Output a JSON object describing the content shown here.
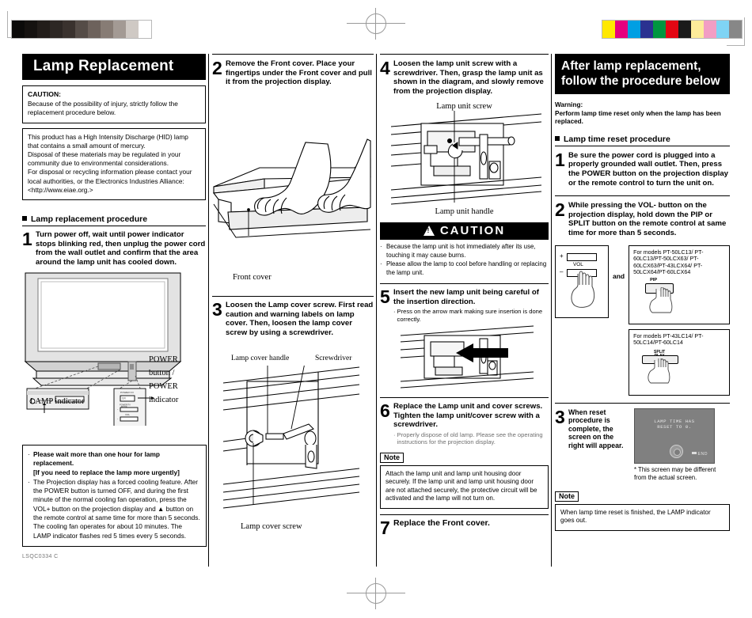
{
  "calibration": {
    "gray_wedge": [
      "#0b0a09",
      "#151210",
      "#221d1a",
      "#2d2724",
      "#3a322e",
      "#554c47",
      "#6d625c",
      "#877c75",
      "#a39a94",
      "#cfc9c4",
      "#ffffff"
    ],
    "color_bar": [
      "#ffe800",
      "#e6007e",
      "#009fe3",
      "#2b3190",
      "#009640",
      "#e30613",
      "#1a1a1a",
      "#fdec9a",
      "#f29ec4",
      "#7fd4f4",
      "#878787"
    ]
  },
  "column1": {
    "title": "Lamp Replacement",
    "caution_box": {
      "heading": "CAUTION:",
      "body": "Because of the possibility of injury, strictly follow the replacement procedure below."
    },
    "hid_box": {
      "line1": "This product has a High Intensity Discharge (HID) lamp that contains a small amount of mercury.",
      "line2": "Disposal of these materials may be regulated in your community due to environmental considerations.",
      "line3": "For disposal or recycling information please contact your local authorities, or the Electronics Industries Alliance: <http://www.eiae.org.>"
    },
    "section_label": "Lamp replacement procedure",
    "step1": {
      "number": "1",
      "text": "Turn power off, wait until power indicator stops blinking red, then unplug the power cord from the wall outlet and confirm that the area around the lamp unit has cooled down."
    },
    "figure": {
      "lamp_indicator_label": "LAMP indicator",
      "power_label_line1": "POWER",
      "power_label_line2": "button /",
      "power_label_line3": "POWER",
      "power_label_line4": "indicator",
      "panel_power_text": "POWER O/I",
      "panel_vol_text": "VOL",
      "panel_ch_text": "CH",
      "panel_mode_text": "POWER/TV MODE"
    },
    "wait_box": {
      "b1_line1": "Please wait more than one hour for lamp replacement.",
      "b1_line2": "[If you need to replace the lamp more urgently]",
      "b2": "The Projection display has a forced cooling feature. After the POWER button is turned OFF, and during the first minute of the normal cooling fan operation, press the VOL+ button on the projection display and ▲ button on the remote control at same time for more than 5 seconds. The cooling fan operates for about 10 minutes. The LAMP indicator flashes red 5 times every 5 seconds."
    },
    "footer_code": "LSQC0334 C"
  },
  "column2": {
    "step2": {
      "number": "2",
      "bold_lead": "Remove the Front cover.",
      "text": " Place your fingertips under the Front cover and pull it from the projection display."
    },
    "fig2_caption": "Front cover",
    "step3": {
      "number": "3",
      "bold_lead": "Loosen the Lamp cover screw.",
      "text": "First read caution and warning labels on lamp cover. Then, loosen the lamp cover screw by using a screwdriver."
    },
    "fig3_caption_handle": "Lamp cover handle",
    "fig3_caption_driver": "Screwdriver",
    "fig3_caption_screw": "Lamp cover screw"
  },
  "column3": {
    "step4": {
      "number": "4",
      "text": "Loosen the lamp unit screw with a screwdriver. Then, grasp the lamp unit as shown in the diagram, and slowly remove from the projection display."
    },
    "fig4_caption_screw": "Lamp unit screw",
    "fig4_caption_handle": "Lamp unit handle",
    "caution_banner": "CAUTION",
    "caution_bullets": [
      "Because the lamp unit is hot immediately after its use, touching it may cause burns.",
      "Please allow the lamp to cool before handling or replacing the lamp unit."
    ],
    "step5": {
      "number": "5",
      "text": "Insert the new lamp unit being careful of the insertion direction.",
      "sub": "Press on the arrow mark making sure insertion is done correctly."
    },
    "step6": {
      "number": "6",
      "bold_lead": "Replace the Lamp unit and cover screws.",
      "text": " Tighten the lamp unit/cover screw with a screwdriver.",
      "sub": "Properly dispose of old lamp. Please see the operating instructions for the projection display."
    },
    "note_label": "Note",
    "note_body": "Attach the lamp unit and lamp unit housing door securely. If the lamp unit and lamp unit housing door are not attached securely, the protective circuit will be activated and the lamp will not turn on.",
    "step7": {
      "number": "7",
      "text": "Replace the Front cover."
    }
  },
  "column4": {
    "title_line1": "After lamp replacement,",
    "title_line2": "follow the procedure below",
    "warning_label": "Warning:",
    "warning_body": "Perform lamp time reset only when the lamp has been replaced.",
    "section_label": "Lamp time reset procedure",
    "step1": {
      "number": "1",
      "text": "Be sure the power cord is plugged into a properly grounded wall outlet. Then, press the POWER button on the projection display or the remote control to turn the unit on."
    },
    "step2": {
      "number": "2",
      "text": "While pressing the VOL- button on the projection display, hold down the PIP or SPLIT button on the remote control at same time for more than 5 seconds."
    },
    "vol_panel": {
      "plus": "+",
      "minus": "–",
      "label": "VOL"
    },
    "and_label": "and",
    "model_box_1": {
      "text": "For models PT-50LC13/ PT-60LC13/PT-50LCX63/ PT-60LCX63/PT-43LCX64/ PT-50LCX64/PT-60LCX64",
      "button_label": "PIP"
    },
    "model_box_2": {
      "text": "For models PT-43LC14/ PT-50LC14/PT-60LC14",
      "button_label_1": "SPLIT",
      "button_label_2": "PLAY"
    },
    "step3": {
      "number": "3",
      "text": "When reset procedure is complete, the screen on the right will appear."
    },
    "osd": {
      "line1": "LAMP TIME HAS",
      "line2": "RESET TO 0.",
      "end_label": "END"
    },
    "star_note": "* This screen may be different from the actual screen.",
    "note_label": "Note",
    "note_body": "When lamp time reset is finished, the LAMP indicator goes out."
  }
}
